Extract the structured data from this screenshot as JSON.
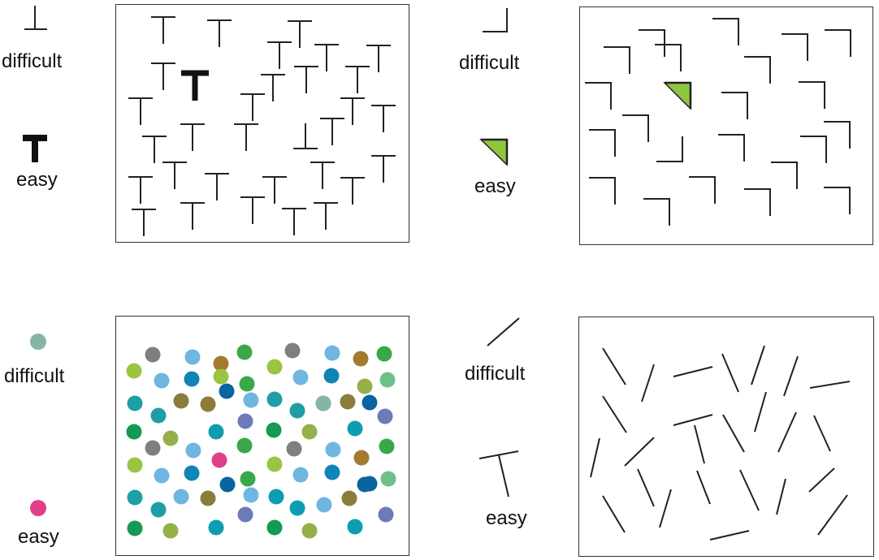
{
  "quadrants": [
    {
      "id": "t-shape",
      "difficult_label": "difficult",
      "easy_label": "easy",
      "difficult_sample": "inverted-thin-T",
      "easy_sample": "bold-T",
      "distractor": "thin T",
      "line_color": "#222222"
    },
    {
      "id": "corner",
      "difficult_label": "difficult",
      "easy_label": "easy",
      "difficult_sample": "mirrored-corner",
      "easy_sample": "filled-green-corner",
      "distractor": "corner",
      "target_fill": "#8dc63f"
    },
    {
      "id": "color-dots",
      "difficult_label": "difficult",
      "easy_label": "easy",
      "difficult_color": "#86b5a8",
      "easy_color": "#e0408a",
      "palette": [
        "#7f7f7f",
        "#6fb6e0",
        "#a47a2e",
        "#3aa84a",
        "#9ac443",
        "#0f84b6",
        "#1f9ea6",
        "#8a7d3c",
        "#0a64a0",
        "#6b7bb8",
        "#149a52",
        "#95b04a",
        "#6ec08a",
        "#0e9db0"
      ]
    },
    {
      "id": "line-orientation",
      "difficult_label": "difficult",
      "easy_label": "easy",
      "difficult_sample": "diagonal-line",
      "easy_sample": "junction",
      "line_color": "#222222"
    }
  ]
}
